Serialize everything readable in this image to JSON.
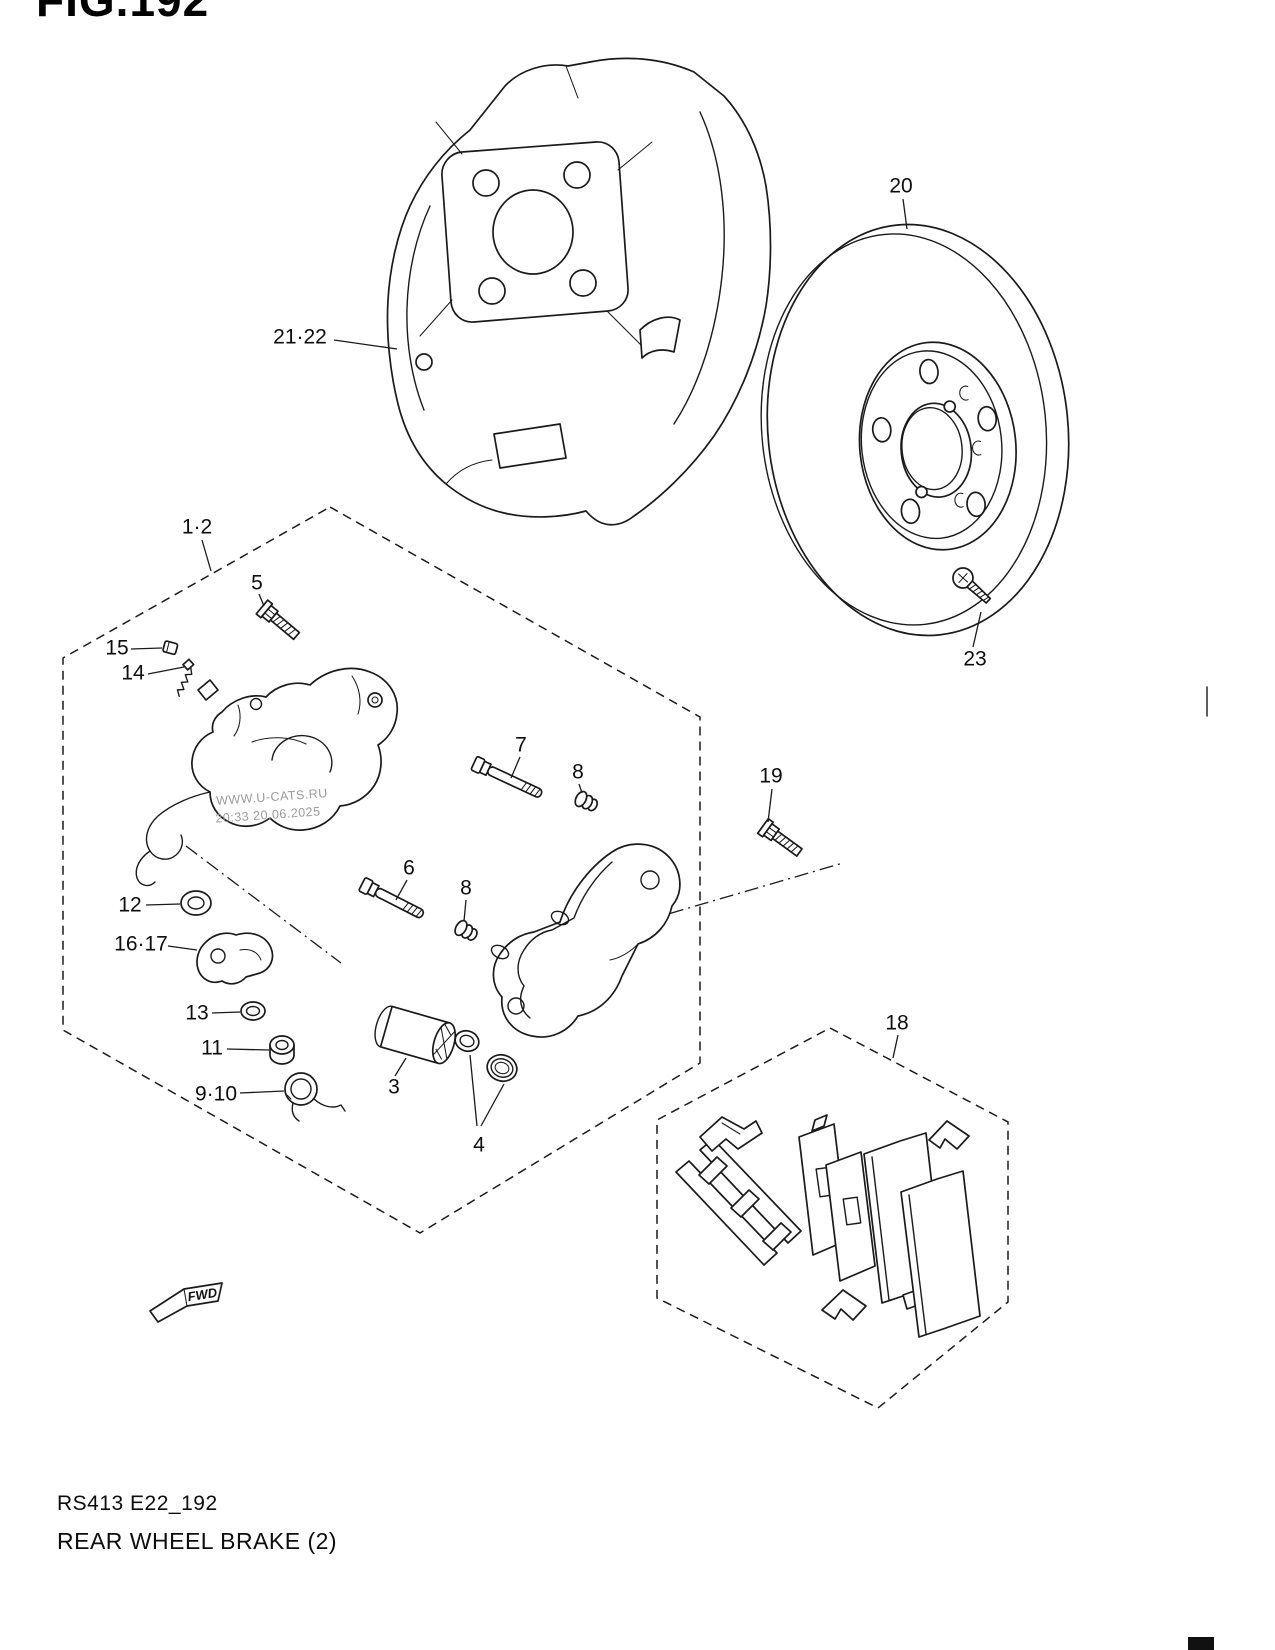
{
  "figure": {
    "title": "FIG.192",
    "code": "RS413 E22_192",
    "caption": "REAR WHEEL BRAKE (2)",
    "fwd_label": "FWD"
  },
  "watermark": {
    "line1": "WWW.U-CATS.RU",
    "line2": "20:33 20.06.2025"
  },
  "part_labels": [
    {
      "ref": "21-22",
      "text": "21·22"
    },
    {
      "ref": "20",
      "text": "20"
    },
    {
      "ref": "23",
      "text": "23"
    },
    {
      "ref": "1-2",
      "text": "1·2"
    },
    {
      "ref": "5",
      "text": "5"
    },
    {
      "ref": "15",
      "text": "15"
    },
    {
      "ref": "14",
      "text": "14"
    },
    {
      "ref": "7",
      "text": "7"
    },
    {
      "ref": "8-upper",
      "text": "8"
    },
    {
      "ref": "19",
      "text": "19"
    },
    {
      "ref": "6",
      "text": "6"
    },
    {
      "ref": "8-lower",
      "text": "8"
    },
    {
      "ref": "12",
      "text": "12"
    },
    {
      "ref": "16-17",
      "text": "16·17"
    },
    {
      "ref": "13",
      "text": "13"
    },
    {
      "ref": "11",
      "text": "11"
    },
    {
      "ref": "9-10",
      "text": "9·10"
    },
    {
      "ref": "3",
      "text": "3"
    },
    {
      "ref": "4",
      "text": "4"
    },
    {
      "ref": "18",
      "text": "18"
    }
  ]
}
